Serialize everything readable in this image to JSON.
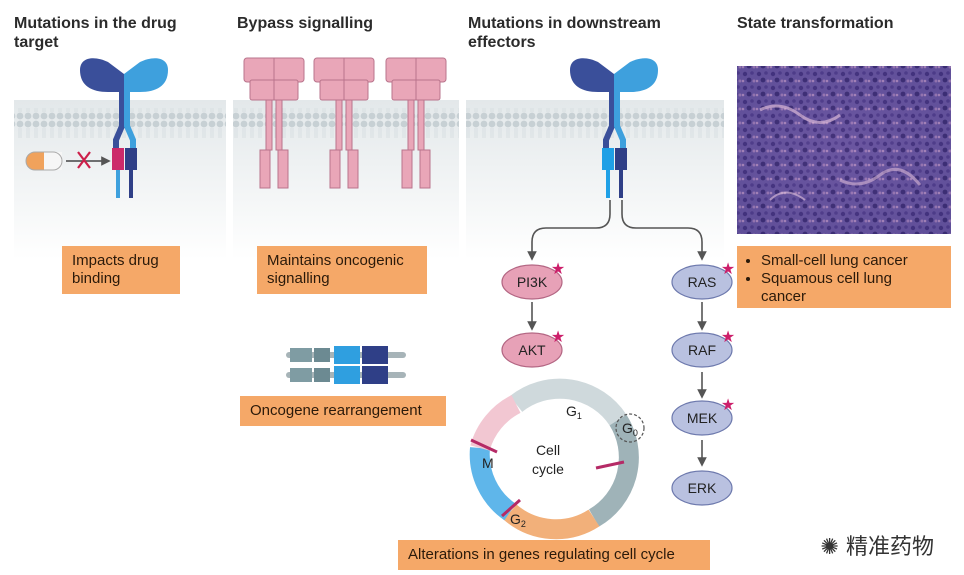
{
  "panels": {
    "drug_target": {
      "title_line1": "Mutations in the drug",
      "title_line2": "target",
      "box_line1": "Impacts drug",
      "box_line2": "binding"
    },
    "bypass": {
      "title": "Bypass signalling",
      "box_line1": "Maintains oncogenic",
      "box_line2": "signalling",
      "rearrangement": "Oncogene rearrangement"
    },
    "downstream": {
      "title_line1": "Mutations in downstream",
      "title_line2": "effectors"
    },
    "state": {
      "title": "State transformation",
      "items": [
        "Small-cell lung cancer",
        "Squamous cell lung",
        "cancer"
      ]
    }
  },
  "pathway": {
    "left": [
      "PI3K",
      "AKT"
    ],
    "right": [
      "RAS",
      "RAF",
      "MEK",
      "ERK"
    ]
  },
  "cell_cycle": {
    "center_line1": "Cell",
    "center_line2": "cycle",
    "g1": "G",
    "g1_sub": "1",
    "g0": "G",
    "g0_sub": "0",
    "g2": "G",
    "g2_sub": "2",
    "m": "M",
    "box": "Alterations in genes regulating cell cycle"
  },
  "colors": {
    "orange_box": "#f5a868",
    "receptor_dark": "#3a4f9a",
    "receptor_light": "#3ea0dd",
    "pink": "#e9a6b8",
    "node_pink": "#e7a1b7",
    "node_blue": "#b9c1e0",
    "mutation_star": "#cc1f6a"
  },
  "watermark": "精准药物"
}
